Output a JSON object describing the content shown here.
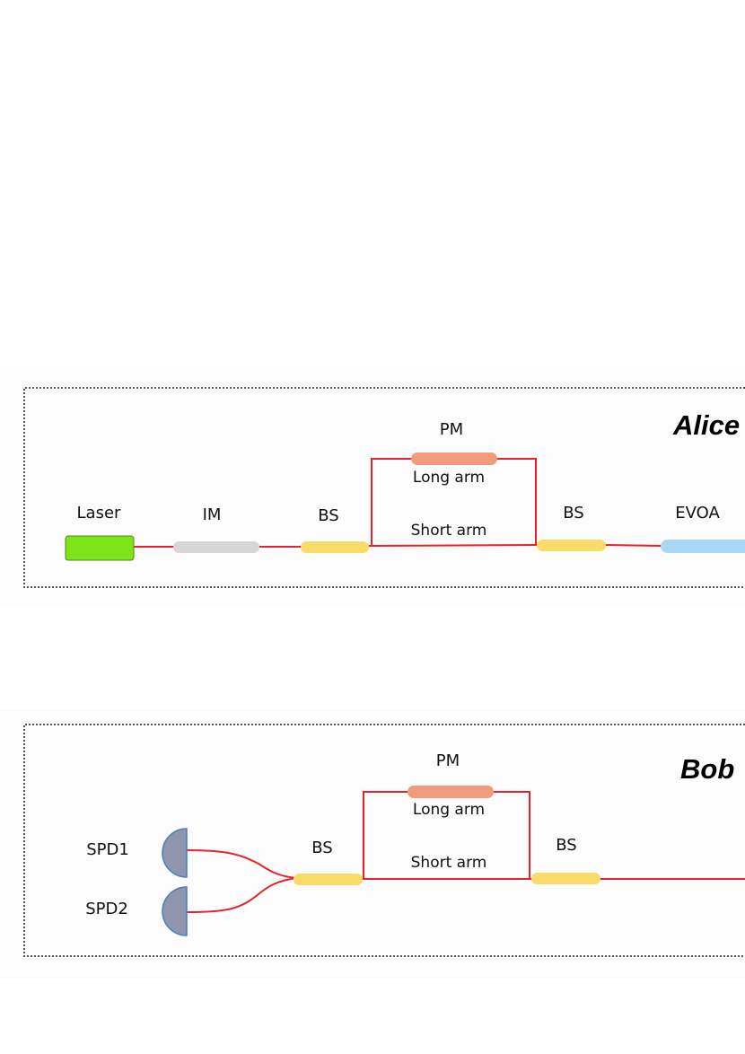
{
  "colors": {
    "fiber": "#e8222b",
    "laser": "#7fe31a",
    "intensity_modulator": "#d6d6d6",
    "beam_splitter": "#f8dc6a",
    "phase_modulator": "#f19b7c",
    "attenuator": "#a8d8f5",
    "detector": "#8f95ac",
    "box_border": "#555555",
    "panel_background": "#fcfcfc"
  },
  "alice": {
    "title": "Alice",
    "laser_label": "Laser",
    "im_label": "IM",
    "bs_in_label": "BS",
    "pm_label": "PM",
    "long_arm_label": "Long arm",
    "short_arm_label": "Short arm",
    "bs_out_label": "BS",
    "evoa_label": "EVOA"
  },
  "bob": {
    "title": "Bob",
    "spd1_label": "SPD1",
    "spd2_label": "SPD2",
    "bs_in_label": "BS",
    "pm_label": "PM",
    "long_arm_label": "Long arm",
    "short_arm_label": "Short arm",
    "bs_out_label": "BS"
  }
}
